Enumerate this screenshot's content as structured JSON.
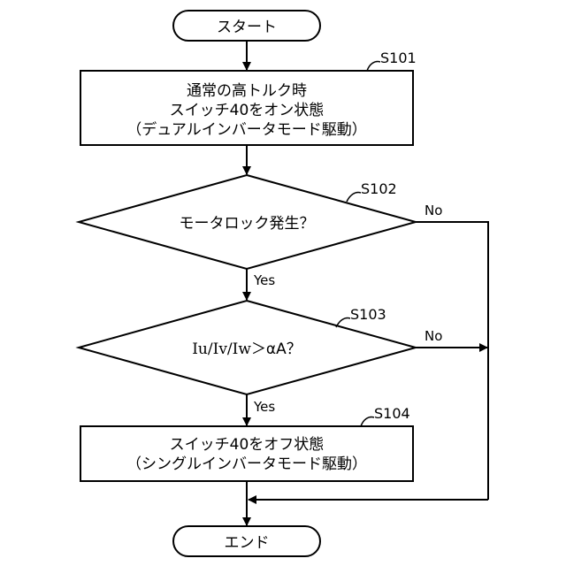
{
  "start": "スタート",
  "end": "エンド",
  "s101": {
    "id": "S101",
    "lines": [
      "通常の高トルク時",
      "スイッチ40をオン状態",
      "（デュアルインバータモード駆動）"
    ]
  },
  "s102": {
    "id": "S102",
    "text": "モータロック発生？",
    "yes": "Yes",
    "no": "No"
  },
  "s103": {
    "id": "S103",
    "text_prefix": "Iu/Iv/Iw",
    "text_suffix": "＞αA？",
    "yes": "Yes",
    "no": "No"
  },
  "s104": {
    "id": "S104",
    "lines": [
      "スイッチ40をオフ状態",
      "（シングルインバータモード駆動）"
    ]
  }
}
